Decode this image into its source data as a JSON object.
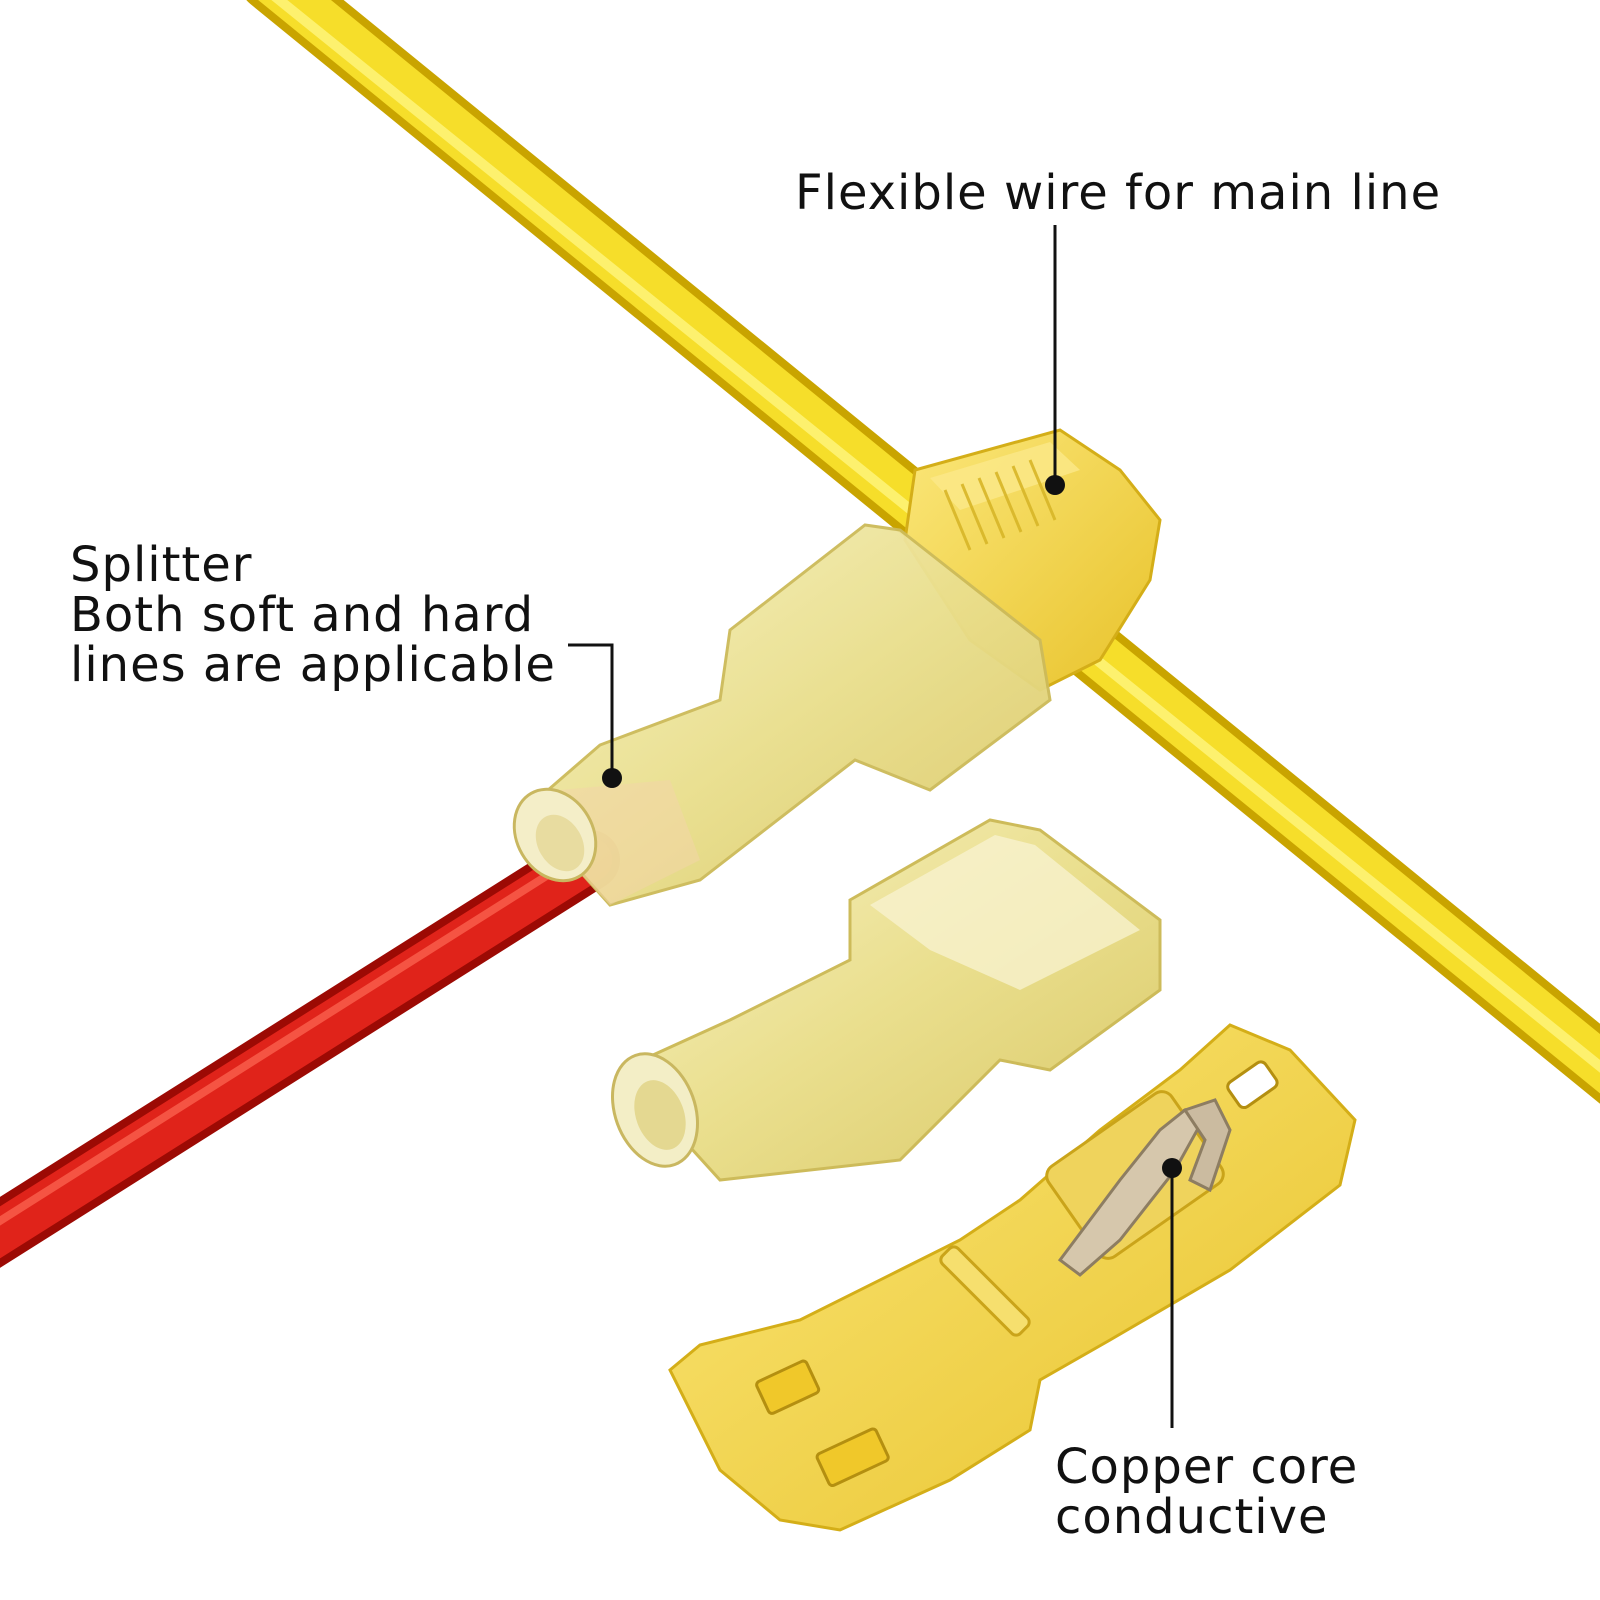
{
  "callouts": {
    "main_line": "Flexible wire for main line",
    "splitter": {
      "line1": "Splitter",
      "line2": "Both soft and hard",
      "line3": "lines are applicable"
    },
    "copper": {
      "line1": "Copper core",
      "line2": "conductive"
    }
  },
  "colors": {
    "yellow_wire": "#f3d21a",
    "red_wire": "#d81c10",
    "translucent_connector": "#efe6a0",
    "tap_connector": "#f6d84a",
    "copper_contact": "#c9b79a",
    "leader_line": "#111111"
  }
}
